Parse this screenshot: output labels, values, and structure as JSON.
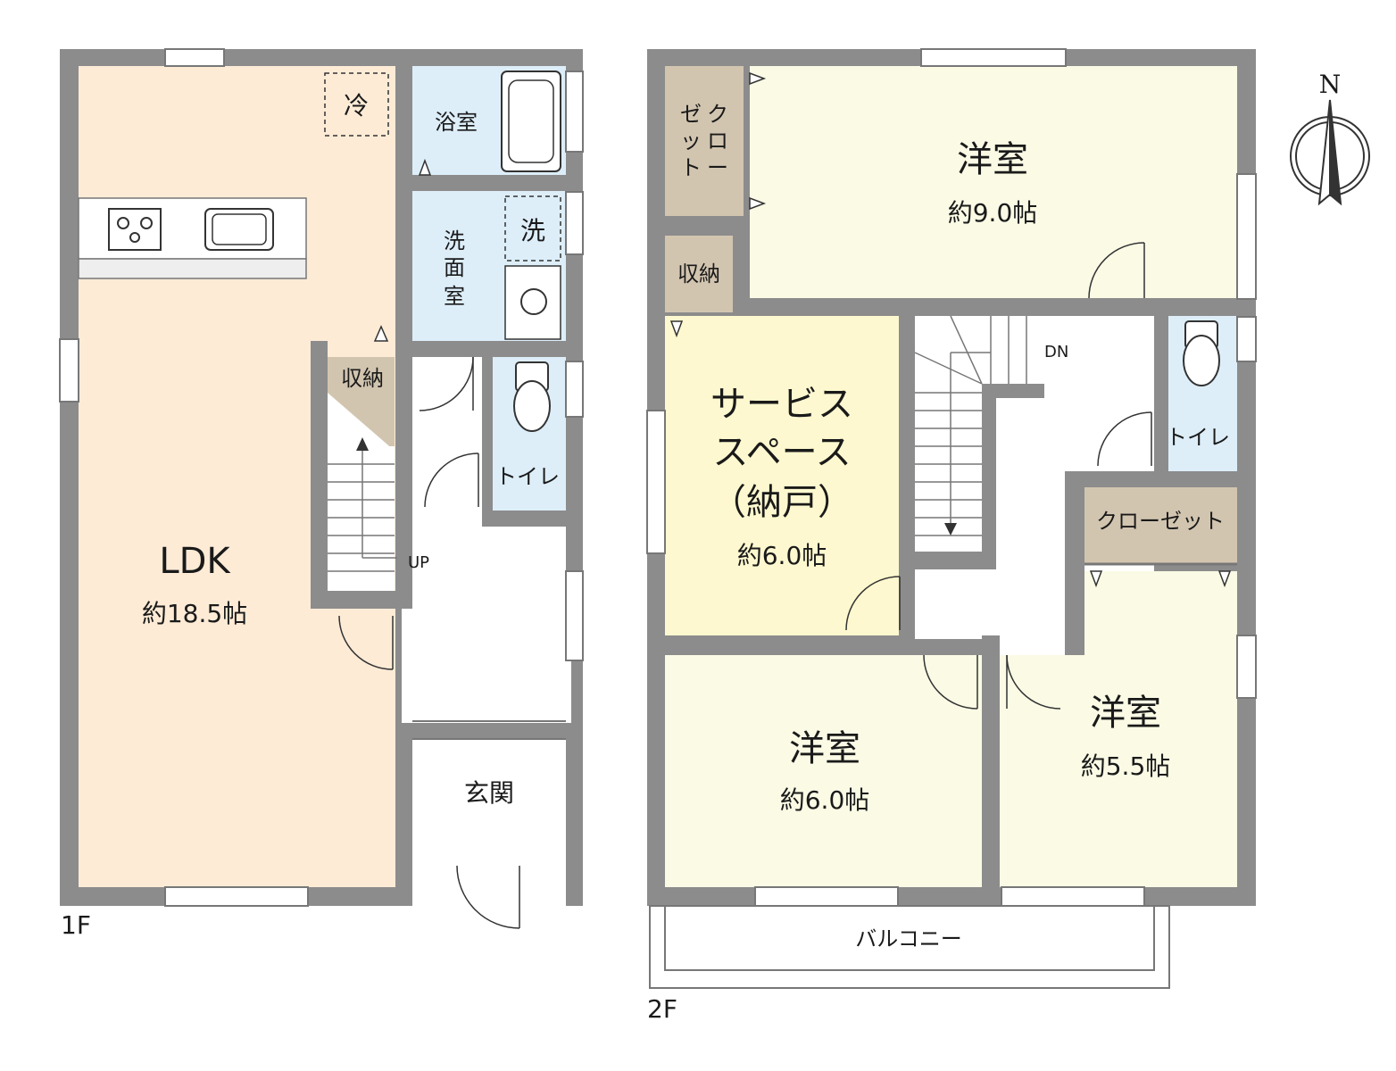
{
  "first_floor": {
    "floor_label": "1F",
    "ldk": {
      "name": "LDK",
      "area": "約18.5帖"
    },
    "fridge": "冷",
    "bathroom": "浴室",
    "washroom": [
      "洗",
      "面",
      "室"
    ],
    "washer": "洗",
    "storage": "収納",
    "toilet": "トイレ",
    "entrance": "玄関",
    "stairs_up": "UP"
  },
  "second_floor": {
    "floor_label": "2F",
    "closet_vertical": [
      "ク",
      "ロ",
      "ー",
      "ゼ",
      "ッ",
      "ト"
    ],
    "storage": "収納",
    "room_north": {
      "name": "洋室",
      "area": "約9.0帖"
    },
    "service_space": {
      "line1": "サービス",
      "line2": "スペース",
      "line3": "（納戸）",
      "area": "約6.0帖"
    },
    "stairs_down": "DN",
    "toilet": "トイレ",
    "closet": "クローゼット",
    "room_southwest": {
      "name": "洋室",
      "area": "約6.0帖"
    },
    "room_southeast": {
      "name": "洋室",
      "area": "約5.5帖"
    },
    "balcony": "バルコニー"
  },
  "compass": {
    "north": "N"
  },
  "colors": {
    "wall": "#8c8c8c",
    "ldk": "#fdebd6",
    "wet": "#ddeef9",
    "storage": "#d2c5b0",
    "room": "#fafae5",
    "service": "#fdf8cf"
  }
}
